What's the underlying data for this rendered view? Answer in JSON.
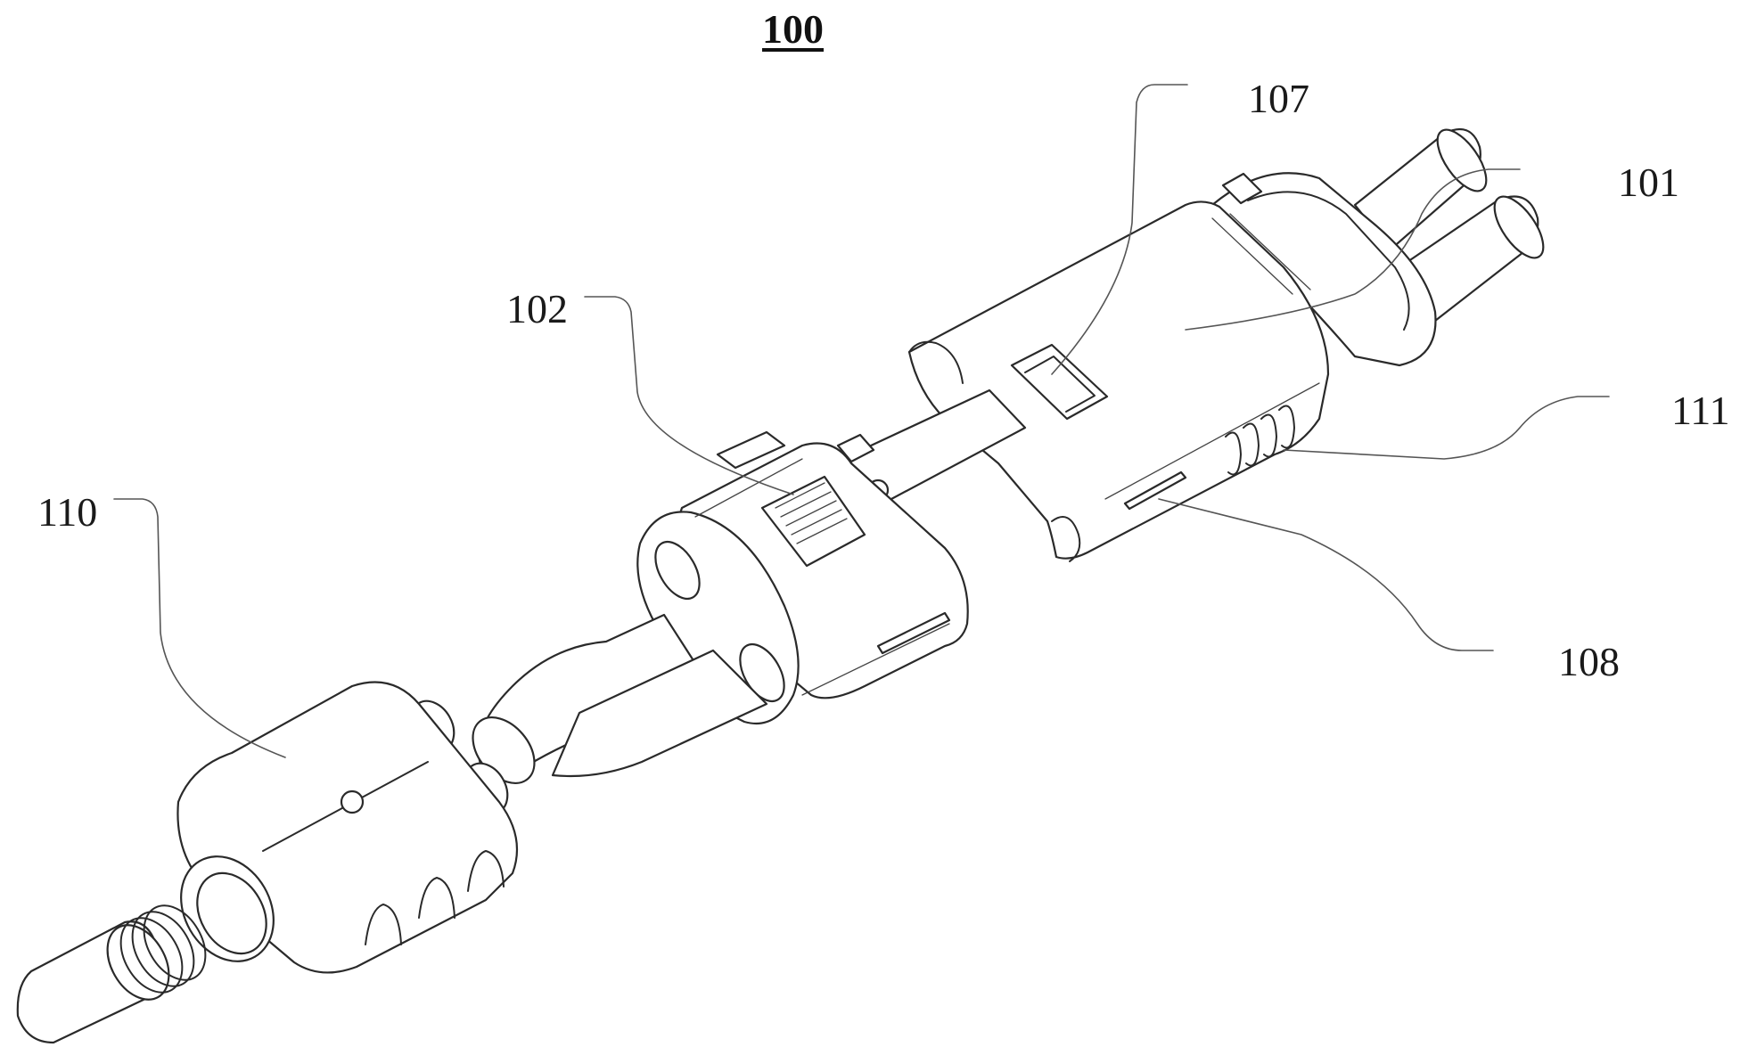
{
  "figure": {
    "title": "100",
    "labels": {
      "l107": "107",
      "l101": "101",
      "l102": "102",
      "l111": "111",
      "l110": "110",
      "l108": "108"
    }
  },
  "colors": {
    "line": "#2a2a2a",
    "leader": "#555555",
    "background": "#ffffff"
  }
}
